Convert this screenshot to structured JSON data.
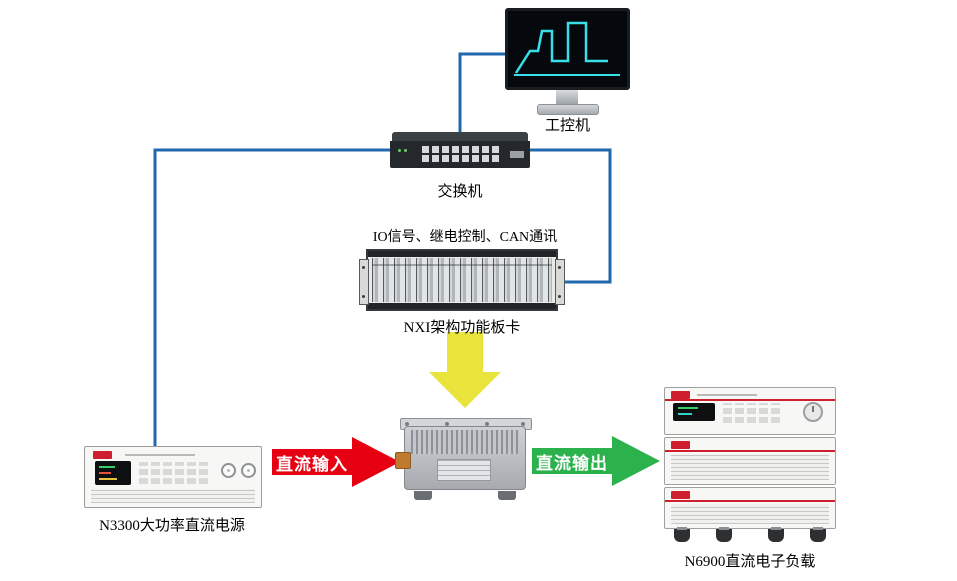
{
  "nodes": {
    "ipc": {
      "label": "工控机"
    },
    "switch": {
      "label": "交换机"
    },
    "nxi": {
      "io_label": "IO信号、继电控制、CAN通讯",
      "label": "NXI架构功能板卡"
    },
    "psu": {
      "label": "N3300大功率直流电源"
    },
    "load": {
      "label": "N6900直流电子负载"
    }
  },
  "arrows": {
    "dc_in": {
      "label": "直流输入"
    },
    "dc_out": {
      "label": "直流输出"
    }
  },
  "colors": {
    "line_blue": "#1f68ad",
    "arrow_red": "#e60012",
    "arrow_green": "#2bb24c",
    "arrow_yellow": "#e9e43c",
    "screen_cyan": "#38dfe8",
    "logo_red": "#cf1f2e"
  }
}
